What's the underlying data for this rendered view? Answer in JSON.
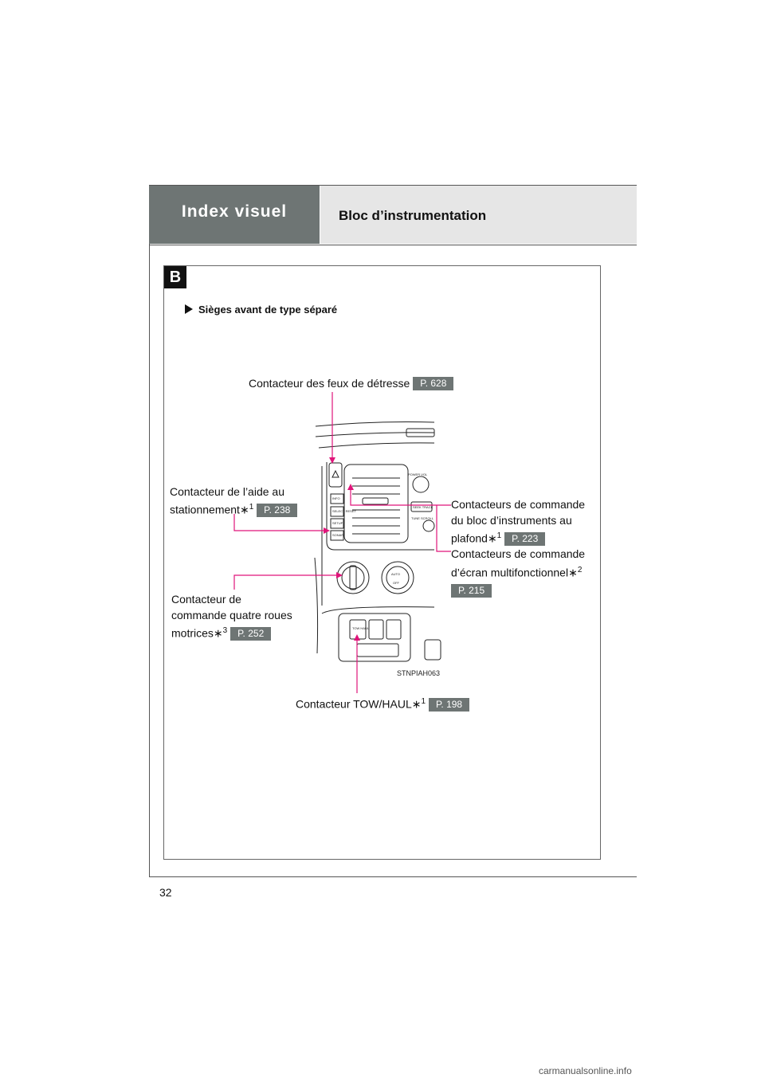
{
  "header": {
    "index_title": "Index visuel",
    "section_title": "Bloc d’instrumentation"
  },
  "section_badge": "B",
  "subtitle": "Sièges avant de type séparé",
  "labels": {
    "hazard": {
      "text": "Contacteur des feux de détresse",
      "ref": "P. 628"
    },
    "parking_line1": "Contacteur de l’aide au",
    "parking_line2": "stationnement",
    "parking_mark": "∗",
    "parking_note": "1",
    "parking_ref": "P. 238",
    "overhead_line1": "Contacteurs de commande",
    "overhead_line2": "du bloc d’instruments au",
    "overhead_line3": "plafond",
    "overhead_mark": "∗",
    "overhead_note": "1",
    "overhead_ref": "P. 223",
    "multi_line1": "Contacteurs de commande",
    "multi_line2": "d’écran multifonctionnel",
    "multi_mark": "∗",
    "multi_note": "2",
    "multi_ref": "P. 215",
    "fourwd_line1": "Contacteur de",
    "fourwd_line2": "commande quatre roues",
    "fourwd_line3": "motrices",
    "fourwd_mark": "∗",
    "fourwd_note": "3",
    "fourwd_ref": "P. 252",
    "tow_text": "Contacteur TOW/HAUL",
    "tow_mark": "∗",
    "tow_note": "1",
    "tow_ref": "P. 198"
  },
  "illustration": {
    "code": "STNPIAH063",
    "buttons": [
      "INFO",
      "SELECT RESET",
      "SETUP",
      "SONAR"
    ],
    "power": "POWER VOL",
    "seek": "SEEK TRACK",
    "tune": "TUNE SCROLL",
    "auto": "AUTO",
    "off": "OFF",
    "tow": "TOW HAUL"
  },
  "page_number": "32",
  "watermark": "carmanualsonline.info",
  "colors": {
    "header_gray": "#6e7574",
    "header_light": "#e6e6e6",
    "leader": "#e0147a"
  }
}
